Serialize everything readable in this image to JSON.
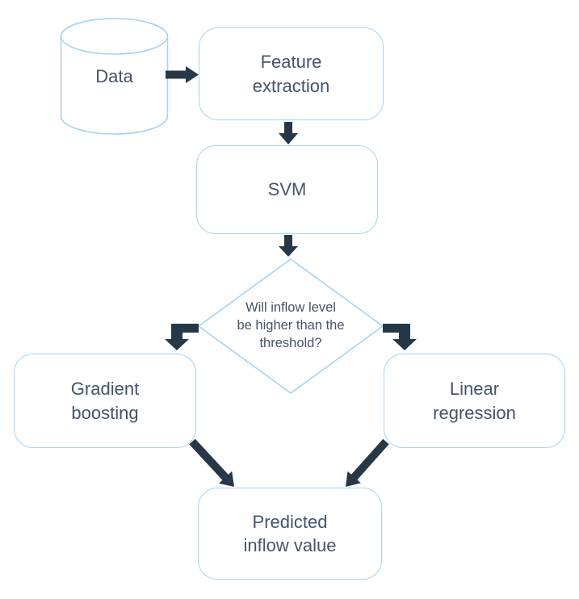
{
  "diagram": {
    "type": "flowchart",
    "colors": {
      "background": "#ffffff",
      "node_border": "#a8d3f2",
      "node_fill": "#ffffff",
      "arrow": "#263748",
      "text": "#44546a"
    },
    "nodes": {
      "data": {
        "shape": "cylinder",
        "label": "Data"
      },
      "feature_extraction": {
        "shape": "rounded-rect",
        "label": "Feature\nextraction"
      },
      "svm": {
        "shape": "rounded-rect",
        "label": "SVM"
      },
      "decision": {
        "shape": "diamond",
        "label": "Will inflow level\nbe higher than the\nthreshold?"
      },
      "gradient_boosting": {
        "shape": "rounded-rect",
        "label": "Gradient\nboosting"
      },
      "linear_regression": {
        "shape": "rounded-rect",
        "label": "Linear\nregression"
      },
      "predicted_inflow": {
        "shape": "rounded-rect",
        "label": "Predicted\ninflow value"
      }
    },
    "edges": [
      {
        "from": "data",
        "to": "feature_extraction"
      },
      {
        "from": "feature_extraction",
        "to": "svm"
      },
      {
        "from": "svm",
        "to": "decision"
      },
      {
        "from": "decision",
        "to": "gradient_boosting"
      },
      {
        "from": "decision",
        "to": "linear_regression"
      },
      {
        "from": "gradient_boosting",
        "to": "predicted_inflow"
      },
      {
        "from": "linear_regression",
        "to": "predicted_inflow"
      }
    ]
  }
}
